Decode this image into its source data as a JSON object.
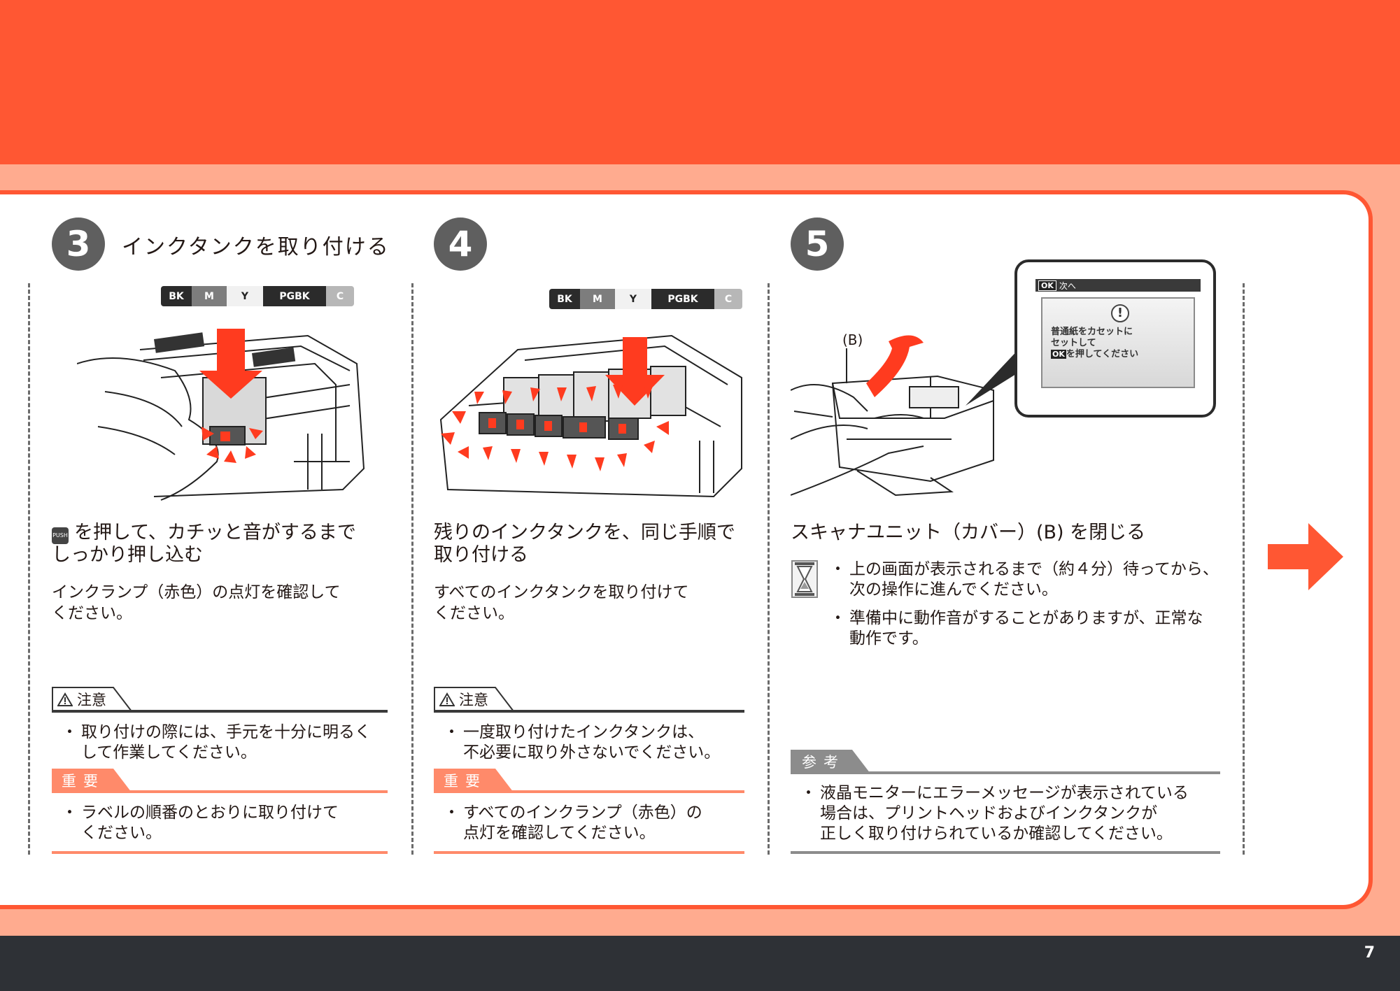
{
  "page": {
    "number": "7"
  },
  "colors": {
    "accent": "#ff5733",
    "salmon": "#ffab8f",
    "dark": "#2e3136",
    "caution_rule": "#3a3a3a",
    "important": "#ff8a6a",
    "reference": "#8c8c8c"
  },
  "ink_labels": [
    "BK",
    "M",
    "Y",
    "PGBK",
    "C"
  ],
  "step3": {
    "number": "3",
    "title": "インクタンクを取り付ける",
    "push_icon_text": "PUSH",
    "heading_line1": "を押して、カチッと音がするまで",
    "heading_line2": "しっかり押し込む",
    "body_line1": "インクランプ（赤色）の点灯を確認して",
    "body_line2": "ください。",
    "caution_label": "注意",
    "caution_line1": "取り付けの際には、手元を十分に明るく",
    "caution_line2": "して作業してください。",
    "important_label": "重要",
    "important_line1": "ラベルの順番のとおりに取り付けて",
    "important_line2": "ください。"
  },
  "step4": {
    "number": "4",
    "heading_line1": "残りのインクタンクを、同じ手順で",
    "heading_line2": "取り付ける",
    "body_line1": "すべてのインクタンクを取り付けて",
    "body_line2": "ください。",
    "caution_label": "注意",
    "caution_line1": "一度取り付けたインクタンクは、",
    "caution_line2": "不必要に取り外さないでください。",
    "important_label": "重要",
    "important_line1": "すべてのインクランプ（赤色）の",
    "important_line2": "点灯を確認してください。"
  },
  "step5": {
    "number": "5",
    "label_b": "(B)",
    "screen": {
      "ok": "OK",
      "next": "次へ",
      "warn": "!",
      "line1": "普通紙をカセットに",
      "line2": "セットして",
      "line3_ok": "OK",
      "line3": "を押してください"
    },
    "heading": "スキャナユニット（カバー）(B) を閉じる",
    "note1_line1": "上の画面が表示されるまで（約４分）待ってから、",
    "note1_line2": "次の操作に進んでください。",
    "note2_line1": "準備中に動作音がすることがありますが、正常な",
    "note2_line2": "動作です。",
    "reference_label": "参考",
    "reference_line1": "液晶モニターにエラーメッセージが表示されている",
    "reference_line2": "場合は、プリントヘッドおよびインクタンクが",
    "reference_line3": "正しく取り付けられているか確認してください。"
  }
}
